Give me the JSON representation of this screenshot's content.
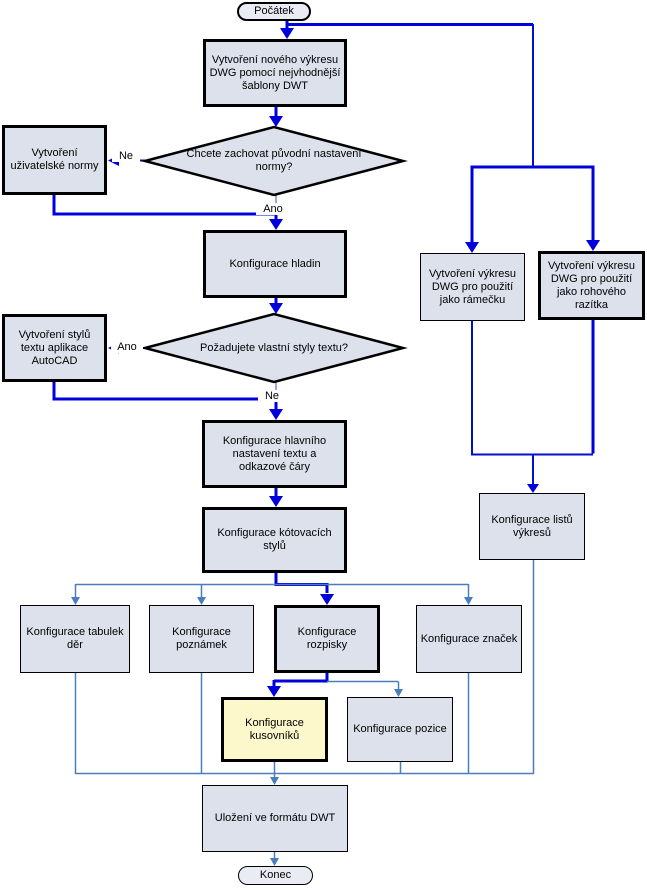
{
  "diagram": {
    "nodes": {
      "start": {
        "label": "Počátek",
        "type": "terminator"
      },
      "create_drawing": {
        "label": "Vytvoření nového výkresu DWG pomocí nejvhodnější šablony DWT",
        "type": "process"
      },
      "decision_standard": {
        "label": "Chcete zachovat původní nastavení normy?",
        "type": "decision"
      },
      "custom_standard": {
        "label": "Vytvoření uživatelské normy",
        "type": "process"
      },
      "layers": {
        "label": "Konfigurace hladin",
        "type": "process"
      },
      "decision_text": {
        "label": "Požadujete vlastní styly textu?",
        "type": "decision"
      },
      "text_styles": {
        "label": "Vytvoření stylů textu aplikace AutoCAD",
        "type": "process"
      },
      "main_text": {
        "label": "Konfigurace hlavního nastavení textu a odkazové čáry",
        "type": "process"
      },
      "dim_styles": {
        "label": "Konfigurace kótovacích stylů",
        "type": "process"
      },
      "hole_tables": {
        "label": "Konfigurace tabulek děr",
        "type": "process"
      },
      "notes": {
        "label": "Konfigurace poznámek",
        "type": "process"
      },
      "title_block": {
        "label": "Konfigurace rozpisky",
        "type": "process"
      },
      "symbols": {
        "label": "Konfigurace značek",
        "type": "process"
      },
      "parts_list": {
        "label": "Konfigurace kusovníků",
        "type": "process",
        "highlighted": true
      },
      "balloons": {
        "label": "Konfigurace pozice",
        "type": "process"
      },
      "frame": {
        "label": "Vytvoření výkresu DWG pro použití jako rámečku",
        "type": "process"
      },
      "corner_stamp": {
        "label": "Vytvoření výkresu DWG pro použití jako rohového razítka",
        "type": "process"
      },
      "sheets": {
        "label": "Konfigurace listů výkresů",
        "type": "process"
      },
      "save": {
        "label": "Uložení ve formátu DWT",
        "type": "process"
      },
      "end": {
        "label": "Konec",
        "type": "terminator"
      }
    },
    "edges": {
      "standard_no": "Ne",
      "standard_yes": "Ano",
      "text_yes": "Ano",
      "text_no": "Ne"
    },
    "colors": {
      "main_line": "#0000dd",
      "secondary_line": "#4a7ebb",
      "node_fill": "#dce1ec",
      "terminator_fill": "#e9ecf3",
      "highlight_fill": "#fdf8cc",
      "border": "#000000"
    }
  }
}
